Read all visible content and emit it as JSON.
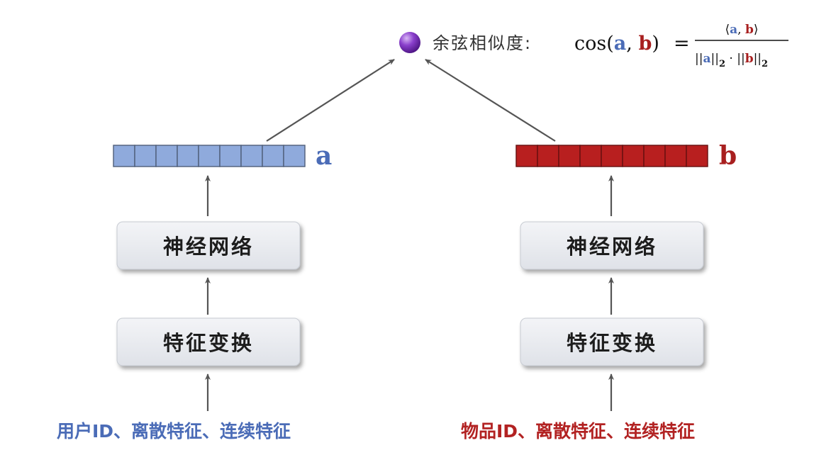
{
  "left_tower": {
    "vector_label": "a",
    "vector_cells": 9,
    "vector_color": "#8faadc",
    "network_box": "神经网络",
    "transform_box": "特征变换",
    "input_label": "用户ID、离散特征、连续特征",
    "color": "#4b6cb7"
  },
  "right_tower": {
    "vector_label": "b",
    "vector_cells": 9,
    "vector_color": "#b81f1f",
    "network_box": "神经网络",
    "transform_box": "特征变换",
    "input_label": "物品ID、离散特征、连续特征",
    "color": "#a81f1f"
  },
  "similarity": {
    "label": "余弦相似度:",
    "node_color": "#7a2fb8",
    "formula": {
      "lhs_func": "cos(",
      "lhs_a": "a",
      "lhs_comma": ", ",
      "lhs_b": "b",
      "lhs_close": ")",
      "equals": "=",
      "numerator_open": "⟨",
      "numerator_a": "a",
      "numerator_comma": ", ",
      "numerator_b": "b",
      "numerator_close": "⟩",
      "denominator_norm_open": "||",
      "denominator_a": "a",
      "denominator_norm_close": "||",
      "denominator_sub": "2",
      "denominator_dot": " · ",
      "denominator_b": "b"
    }
  }
}
